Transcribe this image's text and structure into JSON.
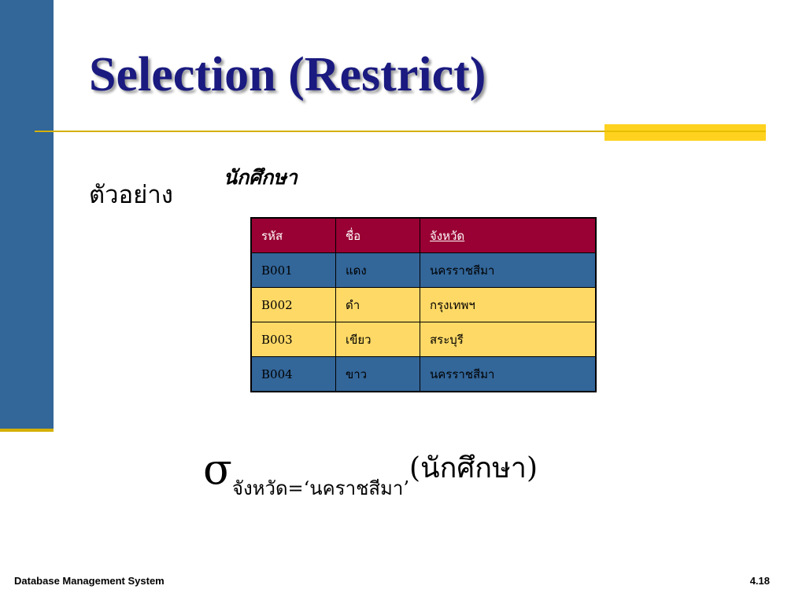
{
  "slide": {
    "title": "Selection (Restrict)",
    "example_label": "ตัวอย่าง",
    "table_caption": "นักศึกษา"
  },
  "table": {
    "headers": [
      "รหัส",
      "ชื่อ",
      "จังหวัด"
    ],
    "rows": [
      [
        "B001",
        "แดง",
        "นครราชสีมา"
      ],
      [
        "B002",
        "ดำ",
        "กรุงเทพฯ"
      ],
      [
        "B003",
        "เขียว",
        "สระบุรี"
      ],
      [
        "B004",
        "ขาว",
        "นครราชสีมา"
      ]
    ]
  },
  "expression": {
    "operator": "σ",
    "condition": "จังหวัด=‘นคราชสีมา’",
    "relation": "(นักศึกษา)"
  },
  "footer": {
    "course": "Database Management System",
    "page": "4.18"
  },
  "colors": {
    "sidebar": "#336699",
    "accent_gold": "#d4b000",
    "accent_yellow": "#ffd21f",
    "title": "#1a1a80",
    "table_header": "#990033",
    "row_blue": "#336699",
    "row_yellow": "#ffd966"
  }
}
